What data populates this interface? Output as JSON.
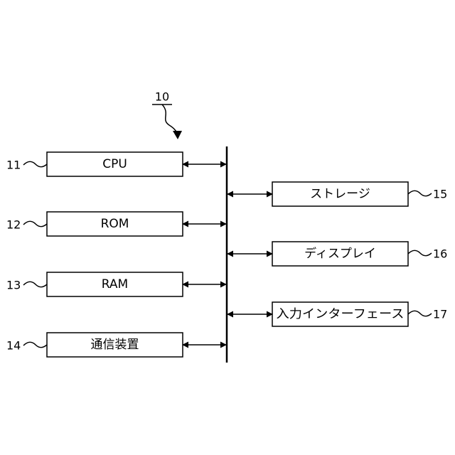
{
  "diagram": {
    "system_ref": "10",
    "left_blocks": [
      {
        "ref": "11",
        "label": "CPU"
      },
      {
        "ref": "12",
        "label": "ROM"
      },
      {
        "ref": "13",
        "label": "RAM"
      },
      {
        "ref": "14",
        "label": "通信装置"
      }
    ],
    "right_blocks": [
      {
        "ref": "15",
        "label": "ストレージ"
      },
      {
        "ref": "16",
        "label": "ディスプレイ"
      },
      {
        "ref": "17",
        "label": "入力インターフェース"
      }
    ]
  }
}
